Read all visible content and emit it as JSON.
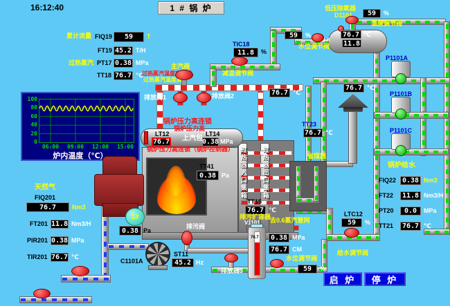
{
  "header": {
    "time": "16:12:40",
    "title": "1 # 锅 炉"
  },
  "left_panel": {
    "group1_label": "累计流量",
    "group2_label": "过热蒸汽",
    "rows": [
      {
        "tag": "FIQ19",
        "value": "59",
        "unit": "T"
      },
      {
        "tag": "FT19",
        "value": "45.2",
        "unit": "T/H"
      },
      {
        "tag": "PT17",
        "value": "0.38",
        "unit": "MPa"
      },
      {
        "tag": "TT18",
        "value": "76.7",
        "unit": "℃"
      }
    ],
    "alarm_line1": "过热蒸汽温度高高报",
    "alarm_line2": "过热蒸汽温度高"
  },
  "trend": {
    "title": "炉内温度（℃）",
    "y_ticks": [
      "100",
      "80",
      "60",
      "40",
      "20",
      "0"
    ],
    "x_ticks": [
      "06:00",
      "09:00",
      "12:00",
      "15:00"
    ]
  },
  "chart_data": {
    "type": "line",
    "title": "炉内温度（℃）",
    "xlabel": "",
    "ylabel": "",
    "ylim": [
      0,
      100
    ],
    "x_ticks": [
      "06:00",
      "09:00",
      "12:00",
      "15:00"
    ],
    "grid": true,
    "series": [
      {
        "name": "炉内温度",
        "approx_value": 80,
        "shape": "small sine oscillation around 80"
      }
    ],
    "line_color": "#ffff00",
    "bg": "#000080"
  },
  "gas_panel": {
    "title": "天然气",
    "rows": [
      {
        "tag": "FIQ201",
        "value": "76.7",
        "unit": "Nm3"
      },
      {
        "tag": "FT201",
        "value": "11.8",
        "unit": "Nm3/H"
      },
      {
        "tag": "PIR201",
        "value": "0.38",
        "unit": "MPa"
      },
      {
        "tag": "TIR201",
        "value": "76.7",
        "unit": "℃"
      }
    ]
  },
  "drum": {
    "alarm1": "锅炉压力高连锁",
    "alarm2": "锅炉压力高",
    "lt12_tag": "LT12",
    "lt12_value": "76.7",
    "title": "上汽包",
    "lt14_tag": "LT14",
    "lt14_value": "0.38",
    "lt14_unit": "MPa",
    "alarm3": "锅炉压力高连锁（锅炉控制器）"
  },
  "boiler": {
    "tt41_tag": "TT41",
    "tt41_value": "0.38",
    "tt41_unit": "Pa",
    "tt15_tag": "TT15",
    "tt15_value": "76.7",
    "tt15_unit": "℃",
    "sh_in": "过热器入口集箱",
    "sh_out": "过热器出口集箱",
    "furnace_pressure": "0.38",
    "furnace_pressure_unit": "Pa",
    "burner_no": "1#"
  },
  "valves": {
    "main_steam": "主汽阀",
    "drain1": "排放阀1",
    "drain2": "排放阀2",
    "drain3": "排放阀3",
    "blowdown": "排污阀",
    "desuperheat": "减温调节阀",
    "deaerator_level": "水位调节阀",
    "deaerator_temp": "温度调节阀",
    "water_level": "水位调节阀",
    "feedwater": "给水调节阀"
  },
  "mid": {
    "tic18_tag": "TIC18",
    "tic18_value": "11.8",
    "tic18_unit": "%",
    "steam_temp": "76.7",
    "steam_temp_unit": "℃",
    "flue_temp": "76.7",
    "flue_temp_unit": "℃",
    "tt23_tag": "TT23",
    "tt23_value": "76.7",
    "tt23_unit": "℃",
    "economizer": "省煤器",
    "st11_tag": "ST11",
    "st11_value": "45.2",
    "st11_unit": "Hz",
    "fan_tag": "C1101A",
    "bd_vessel": "排污扩容器",
    "bd_vessel_tag": "V1101",
    "steam_net": "去0.6蒸汽管网",
    "bd_pressure": "0.38",
    "bd_pressure_unit": "MPa",
    "bd_level": "76.7",
    "bd_level_unit": "CM",
    "gauge_value": "76.7",
    "wl_value": "59",
    "wl_unit": "%"
  },
  "deaerator": {
    "title": "低压除氧器",
    "tag": "D1101",
    "temp": "76.7",
    "temp_unit": "℃",
    "level": "11.8",
    "level_side": "11.8",
    "level_pct": "59",
    "level_pct_unit": "%",
    "tr_pct": "59",
    "tr_pct_unit": "%"
  },
  "pumps": {
    "a": "P1101A",
    "b": "P1101B",
    "c": "P1101C"
  },
  "feedwater_panel": {
    "title": "锅炉给水",
    "rows": [
      {
        "tag": "FIQ22",
        "value": "0.38",
        "unit": "Nm3"
      },
      {
        "tag": "FT22",
        "value": "11.8",
        "unit": "Nm3/H"
      },
      {
        "tag": "PT20",
        "value": "0.0",
        "unit": "MPa"
      },
      {
        "tag": "TT21",
        "value": "76.7",
        "unit": "℃"
      }
    ]
  },
  "ltc12": {
    "tag": "LTC12",
    "value": "59",
    "unit": "%"
  },
  "buttons": {
    "start": "启 炉",
    "stop": "停 炉"
  }
}
